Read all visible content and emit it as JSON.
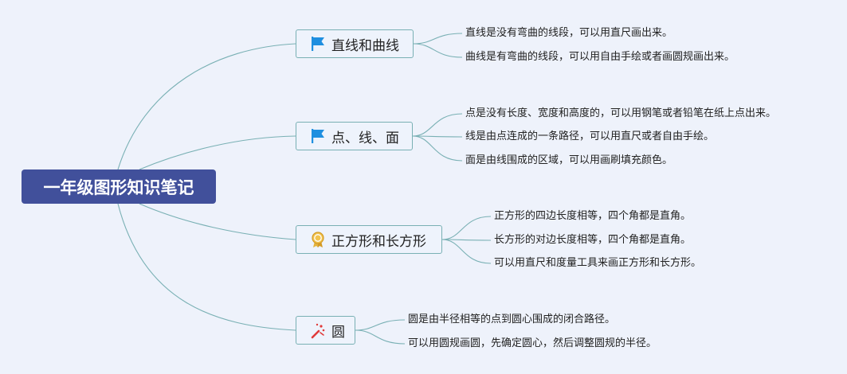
{
  "root": {
    "title": "一年级图形知识笔记"
  },
  "topics": [
    {
      "label": "直线和曲线",
      "icon": "flag-icon",
      "leaves": [
        "直线是没有弯曲的线段，可以用直尺画出来。",
        "曲线是有弯曲的线段，可以用自由手绘或者画圆规画出来。"
      ]
    },
    {
      "label": "点、线、面",
      "icon": "flag-icon",
      "leaves": [
        "点是没有长度、宽度和高度的，可以用钢笔或者铅笔在纸上点出来。",
        "线是由点连成的一条路径，可以用直尺或者自由手绘。",
        "面是由线围成的区域，可以用画刷填充颜色。"
      ]
    },
    {
      "label": "正方形和长方形",
      "icon": "award-ribbon-icon",
      "leaves": [
        "正方形的四边长度相等，四个角都是直角。",
        "长方形的对边长度相等，四个角都是直角。",
        "可以用直尺和度量工具来画正方形和长方形。"
      ]
    },
    {
      "label": "圆",
      "icon": "party-popper-icon",
      "leaves": [
        "圆是由半径相等的点到圆心围成的闭合路径。",
        "可以用圆规画圆，先确定圆心，然后调整圆规的半径。"
      ]
    }
  ],
  "colors": {
    "root_bg": "#41509b",
    "connector": "#79b0b4",
    "topic_bg": "#eef3fc",
    "flag": "#1f8fe0"
  }
}
